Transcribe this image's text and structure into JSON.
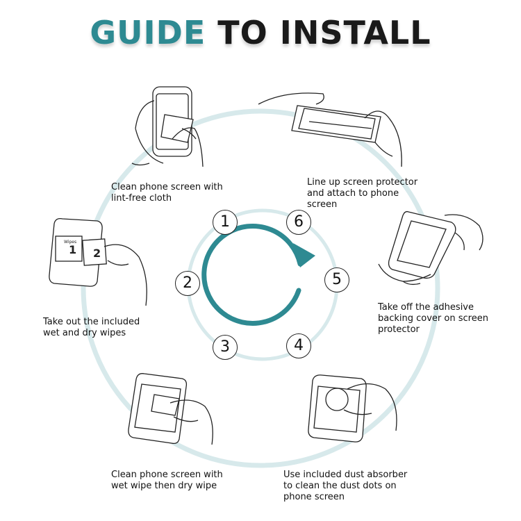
{
  "title": {
    "accent": "GUIDE",
    "rest": "TO INSTALL"
  },
  "colors": {
    "accent": "#2e8a92",
    "ring": "#cfe4e6",
    "ink": "#222222"
  },
  "steps": [
    {
      "number": "1",
      "caption": "Clean phone screen with\nlint-free cloth"
    },
    {
      "number": "2",
      "caption": "Take out the included\nwet and dry wipes"
    },
    {
      "number": "3",
      "caption": "Clean phone screen with\nwet wipe then dry wipe"
    },
    {
      "number": "4",
      "caption": "Use included dust absorber\nto clean the dust dots on\nphone screen"
    },
    {
      "number": "5",
      "caption": "Take off the adhesive\nbacking cover on screen\nprotector"
    },
    {
      "number": "6",
      "caption": "Line up screen protector\nand attach to phone\nscreen"
    }
  ],
  "wipes": {
    "label": "Wipes",
    "wet_number": "1",
    "dry_number": "2"
  }
}
